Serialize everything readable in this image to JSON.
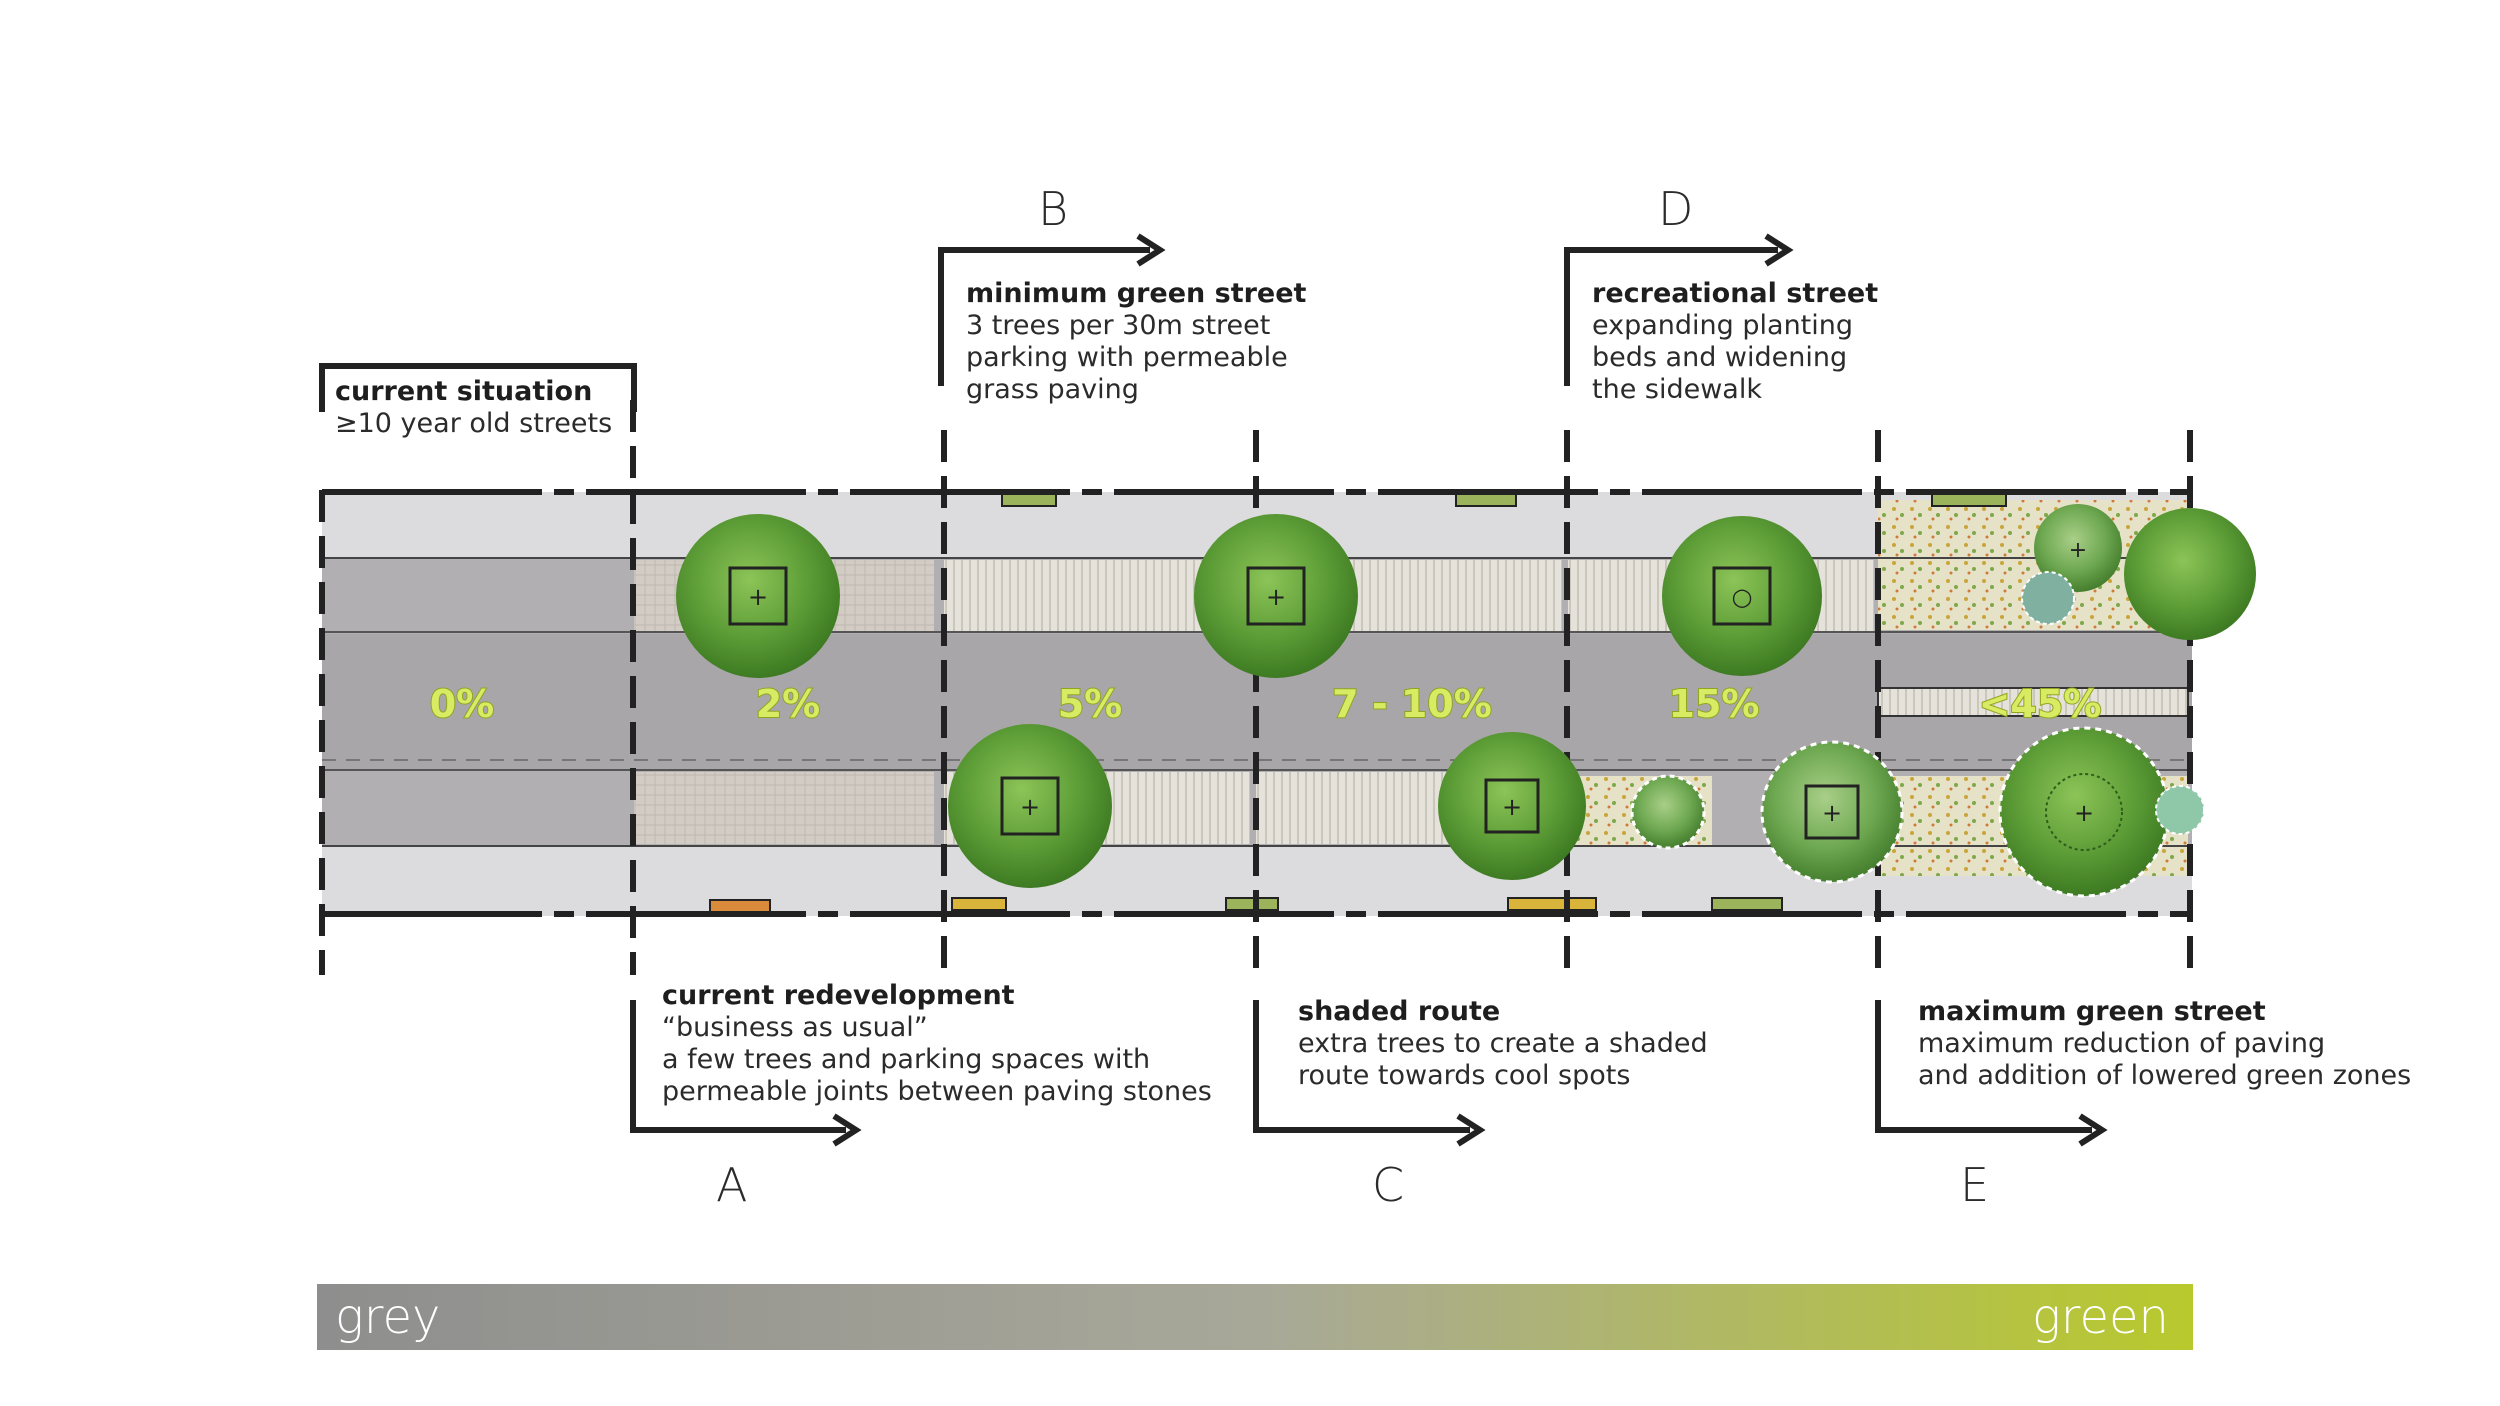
{
  "sections": [
    {
      "id": "current",
      "letter": "",
      "title": "current situation",
      "lines": [
        "≥10 year old streets"
      ],
      "percent": "0%"
    },
    {
      "id": "A",
      "letter": "A",
      "title": "current redevelopment",
      "lines": [
        "“business as usual”",
        "a few trees and parking spaces with",
        "permeable joints between paving stones"
      ],
      "percent": "2%"
    },
    {
      "id": "B",
      "letter": "B",
      "title": "minimum green street",
      "lines": [
        "3 trees per 30m street",
        "parking with permeable",
        "grass paving"
      ],
      "percent": "5%"
    },
    {
      "id": "C",
      "letter": "C",
      "title": "shaded route",
      "lines": [
        "extra trees to create a shaded",
        "route towards cool spots"
      ],
      "percent": "7 - 10%"
    },
    {
      "id": "D",
      "letter": "D",
      "title": "recreational street",
      "lines": [
        "expanding planting",
        "beds and widening",
        "the sidewalk"
      ],
      "percent": "15%"
    },
    {
      "id": "E",
      "letter": "E",
      "title": "maximum green street",
      "lines": [
        "maximum reduction of paving",
        "and addition of lowered green zones"
      ],
      "percent": "<45%"
    }
  ],
  "scale": {
    "left_label": "grey",
    "right_label": "green",
    "start_color": "#8e8e8e",
    "end_color": "#b8c92d"
  },
  "colors": {
    "road": "#a9a6aa",
    "sidewalk": "#dcdbdd",
    "tree": "#5f9e3a",
    "tree_dark": "#3f7a26",
    "percent_fill": "#d9ea63"
  }
}
